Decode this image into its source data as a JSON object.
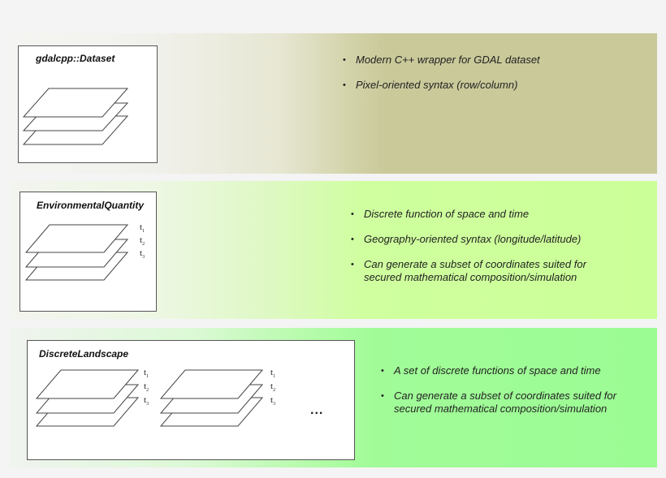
{
  "panels": [
    {
      "title": "gdalcpp::Dataset",
      "bullets": [
        "Modern C++ wrapper for GDAL dataset",
        "Pixel-oriented syntax (row/column)"
      ],
      "color": "#c9c99a"
    },
    {
      "title": "EnvironmentalQuantity",
      "time_labels": [
        "t",
        "t",
        "t"
      ],
      "time_subscripts": [
        "1",
        "2",
        "3"
      ],
      "bullets": [
        "Discrete function of space and time",
        "Geography-oriented syntax (longitude/latitude)",
        "Can generate a subset of coordinates suited for secured mathematical composition/simulation"
      ],
      "color": "#cbff98"
    },
    {
      "title": "DiscreteLandscape",
      "time_labels": [
        "t",
        "t",
        "t"
      ],
      "time_subscripts": [
        "1",
        "2",
        "3"
      ],
      "ellipsis": "...",
      "bullets": [
        "A set of discrete functions of space and time",
        "Can generate a subset of coordinates suited for secured mathematical composition/simulation"
      ],
      "color": "#9cfc94"
    }
  ]
}
